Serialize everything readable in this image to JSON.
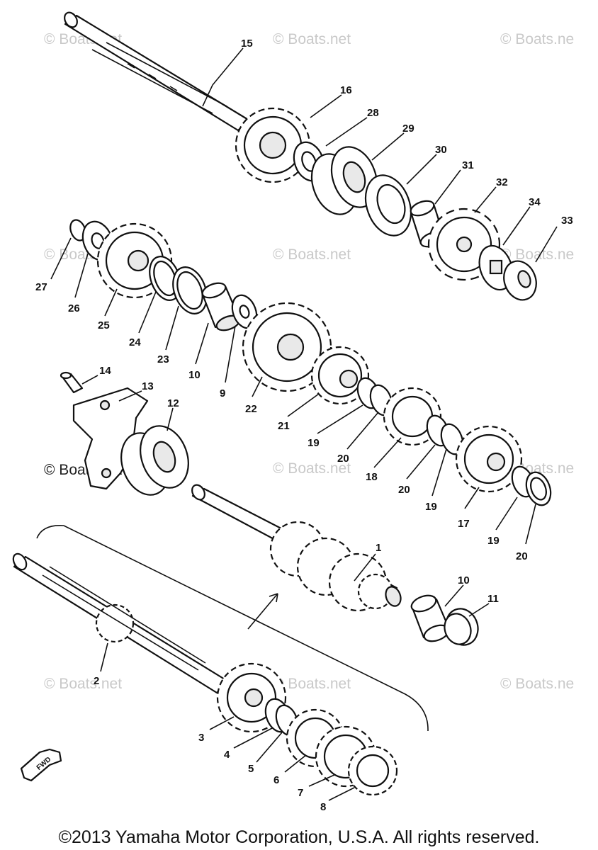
{
  "watermark": "© Boats.net",
  "watermark_partial": "© Boats.ne",
  "fwd_label": "FWD",
  "copyright": "©2013 Yamaha Motor Corporation, U.S.A. All rights reserved.",
  "labels": {
    "p1": "1",
    "p2": "2",
    "p3": "3",
    "p4": "4",
    "p5": "5",
    "p6": "6",
    "p7": "7",
    "p8": "8",
    "p9": "9",
    "p10a": "10",
    "p10b": "10",
    "p11": "11",
    "p12": "12",
    "p13": "13",
    "p14": "14",
    "p15": "15",
    "p16": "16",
    "p17": "17",
    "p18": "18",
    "p19a": "19",
    "p19b": "19",
    "p19c": "19",
    "p20a": "20",
    "p20b": "20",
    "p20c": "20",
    "p21": "21",
    "p22": "22",
    "p23": "23",
    "p24": "24",
    "p25": "25",
    "p26": "26",
    "p27": "27",
    "p28": "28",
    "p29": "29",
    "p30": "30",
    "p31": "31",
    "p32": "32",
    "p33": "33",
    "p34": "34"
  }
}
